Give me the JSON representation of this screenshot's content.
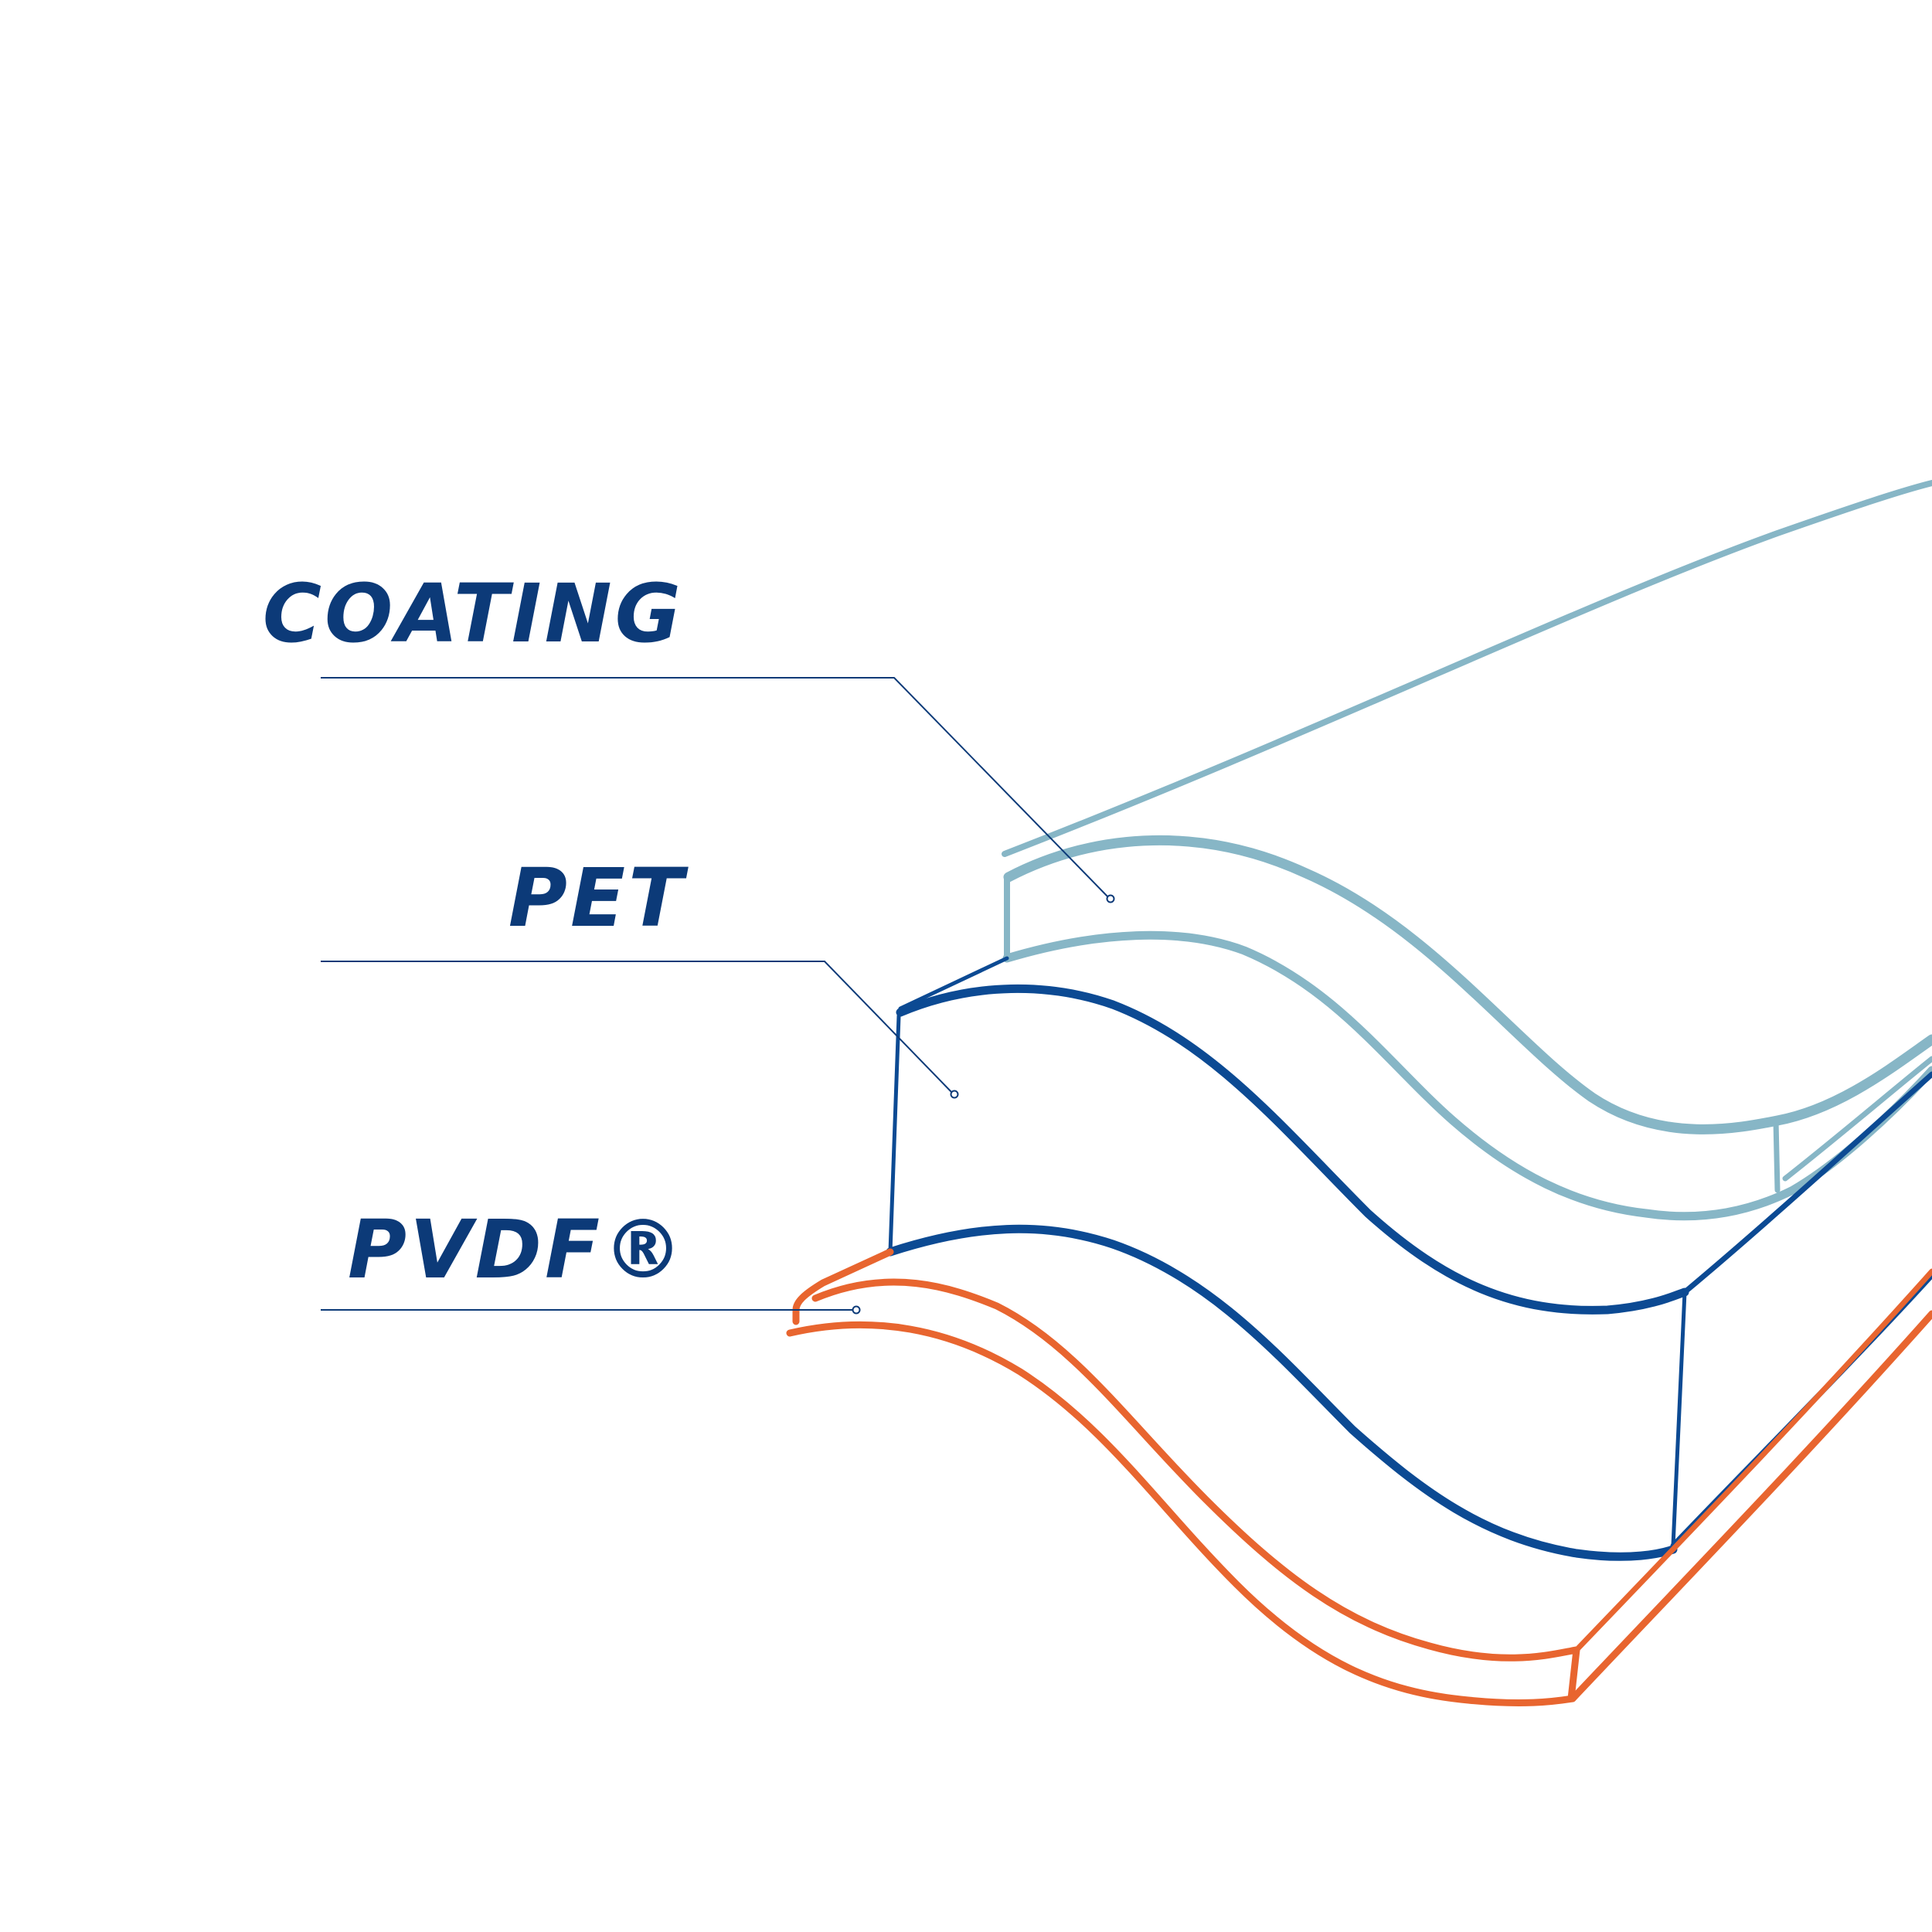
{
  "labels": {
    "coating": "COATING",
    "pet": "PET",
    "pvdf": "PVDF®"
  },
  "colors": {
    "label_text": "#0c3a78",
    "leader_line": "#0c3a78",
    "coating_layer": "#87b6c6",
    "pet_layer": "#0c4a93",
    "pvdf_layer": "#e8652f",
    "background": "#ffffff"
  }
}
